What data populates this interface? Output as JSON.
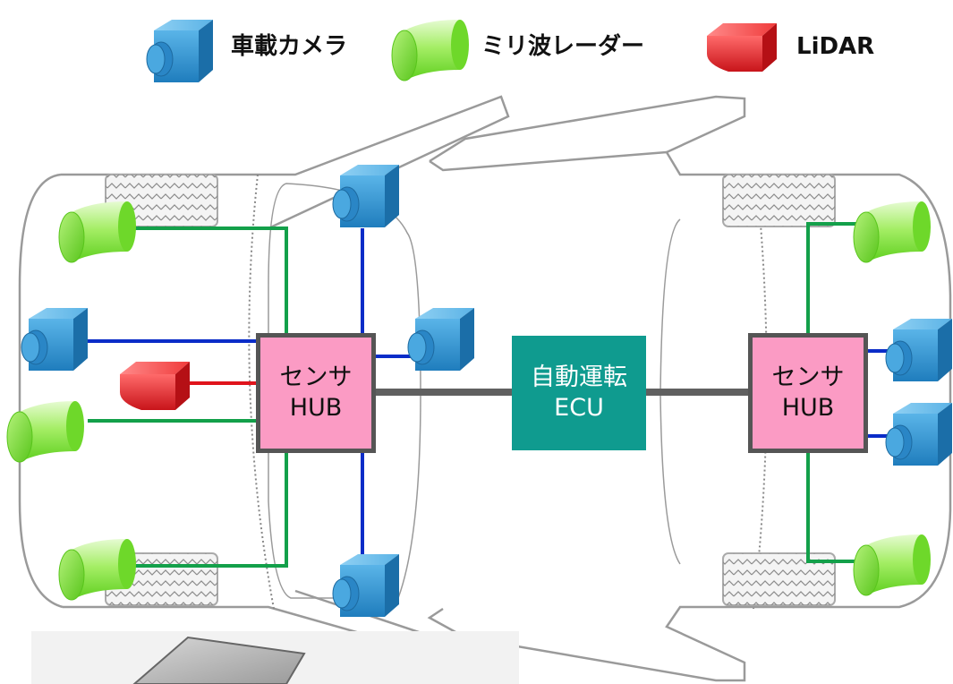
{
  "legend": {
    "camera": "車載カメラ",
    "radar": "ミリ波レーダー",
    "lidar": "LiDAR"
  },
  "hub_left": {
    "line1": "センサ",
    "line2": "HUB"
  },
  "hub_right": {
    "line1": "センサ",
    "line2": "HUB"
  },
  "ecu": {
    "line1": "自動運転",
    "line2": "ECU"
  },
  "colors": {
    "camera": "#3a9ad6",
    "radar": "#8fe44a",
    "lidar": "#e3262b",
    "camera_link": "#0a2cc8",
    "radar_link": "#13a04a",
    "lidar_link": "#e0141c",
    "backbone": "#606060",
    "hub_fill": "#fb9bc4",
    "ecu_fill": "#0f9b8f"
  }
}
